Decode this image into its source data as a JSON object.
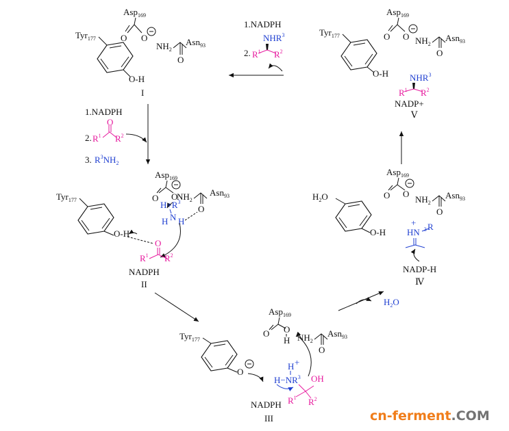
{
  "colors": {
    "ink": "#111111",
    "substrate": "#e6189d",
    "amine": "#1f3fd1",
    "watermark_primary": "#f07d1a",
    "watermark_secondary": "#737373"
  },
  "residues": {
    "tyr": "Tyr",
    "tyr_num": "177",
    "asp": "Asp",
    "asp_num": "169",
    "asn": "Asn",
    "asn_num": "93",
    "nh2": "NH",
    "nh2_sub": "2",
    "o": "O",
    "o_minus": "O",
    "oh": "O-H",
    "h2o_left": "H",
    "h2o_sub": "2",
    "h2o_o": "O",
    "ch_o": "O",
    "ch_h": "H"
  },
  "step_top": {
    "line1": "1.NADPH",
    "line2_num": "2.",
    "nhr": "NHR",
    "nhr_sup": "3",
    "r": "R",
    "r1_sup": "1",
    "r2_sup": "2"
  },
  "step_left": {
    "line1": "1.NADPH",
    "line2_num": "2.",
    "ketone_o": "O",
    "r": "R",
    "r1_sup": "1",
    "r2_sup": "2",
    "line3_num": "3.",
    "amine": "R",
    "amine_sup": "3",
    "amine_nh": "NH",
    "amine_sub": "2"
  },
  "species": {
    "I": "I",
    "II": "II",
    "III": "III",
    "IV": "Ⅳ",
    "V": "Ⅴ"
  },
  "state_II": {
    "hr": "H+R",
    "hr_sup": "3",
    "n": "N",
    "h": "H",
    "o": "O",
    "r": "R",
    "r1_sup": "1",
    "r2_sup": "2",
    "cofactor": "NADPH"
  },
  "state_III": {
    "h_top": "H",
    "plus": "+",
    "hn": "H−N",
    "r3": "R",
    "r3_sup": "3",
    "oh": "OH",
    "r": "R",
    "r1_sup": "1",
    "r2_sup": "2",
    "cofactor": "NADPH"
  },
  "state_IV": {
    "plus": "+",
    "hn": "HN",
    "r3_sup": "3",
    "r": "R",
    "cofactor": "NADP-H"
  },
  "state_V": {
    "nhr": "NHR",
    "nhr_sup": "3",
    "r": "R",
    "r1_sup": "1",
    "r2_sup": "2",
    "cofactor": "NADP+"
  },
  "water_release": {
    "h": "H",
    "sub": "2",
    "o": "O"
  },
  "watermark": {
    "part1": "cn-ferment",
    "part2": ".COM"
  }
}
